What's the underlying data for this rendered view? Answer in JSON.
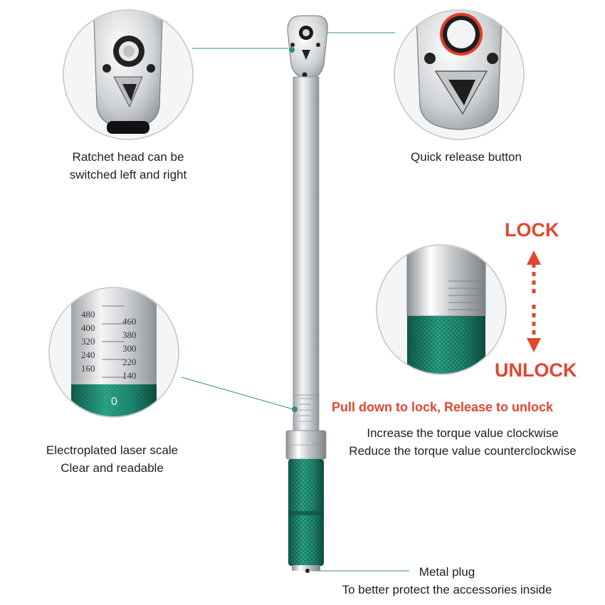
{
  "captions": {
    "ratchet_line1": "Ratchet head can be",
    "ratchet_line2": "switched left and right",
    "quick_release": "Quick release button",
    "lock": "LOCK",
    "unlock": "UNLOCK",
    "pull_instruction": "Pull down to lock, Release to unlock",
    "clockwise": "Increase the torque value clockwise",
    "counterclockwise": "Reduce the torque value counterclockwise",
    "scale_line1": "Electroplated laser scale",
    "scale_line2": "Clear and readable",
    "plug_line1": "Metal plug",
    "plug_line2": "To better protect the accessories inside"
  },
  "scale_ticks": {
    "left": [
      "480",
      "400",
      "320",
      "240",
      "160"
    ],
    "right": [
      "460",
      "380",
      "300",
      "220",
      "140"
    ],
    "zero": "0"
  },
  "colors": {
    "accent_red": "#e0472f",
    "handle_green": "#1f8a73",
    "leader_line": "#2f8f7f",
    "steel": "#c9ccd0"
  }
}
